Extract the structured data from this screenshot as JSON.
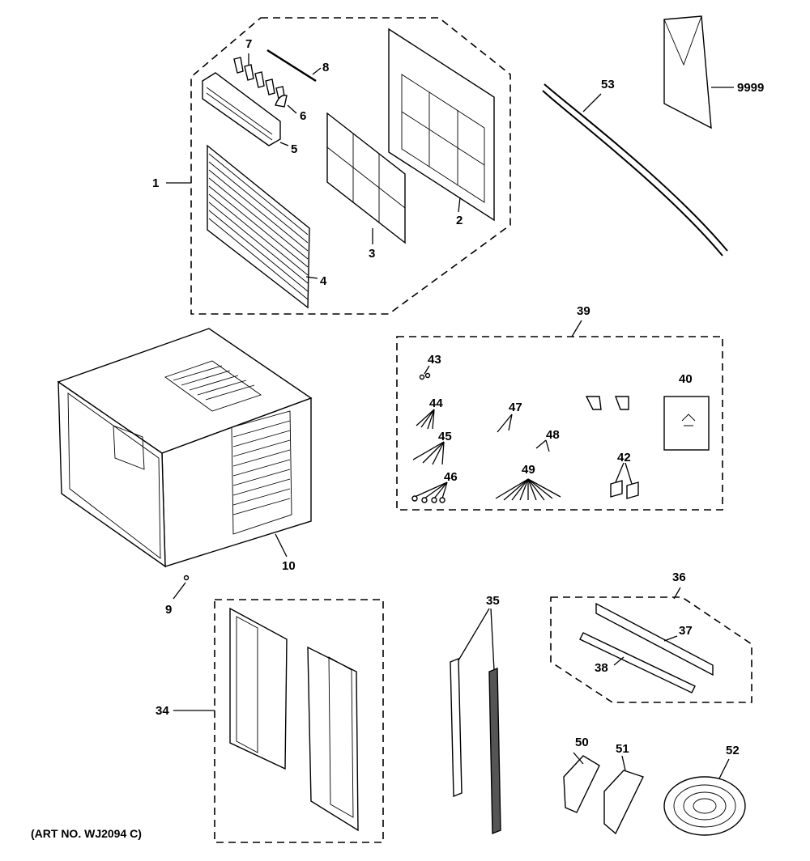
{
  "art_number": "(ART NO. WJ2094 C)",
  "callouts": {
    "c1": "1",
    "c2": "2",
    "c3": "3",
    "c4": "4",
    "c5": "5",
    "c6": "6",
    "c7": "7",
    "c8": "8",
    "c9": "9",
    "c10": "10",
    "c34": "34",
    "c35": "35",
    "c36": "36",
    "c37": "37",
    "c38": "38",
    "c39": "39",
    "c40": "40",
    "c42": "42",
    "c43": "43",
    "c44": "44",
    "c45": "45",
    "c46": "46",
    "c47": "47",
    "c48": "48",
    "c49": "49",
    "c50": "50",
    "c51": "51",
    "c52": "52",
    "c53": "53",
    "c9999": "9999"
  }
}
